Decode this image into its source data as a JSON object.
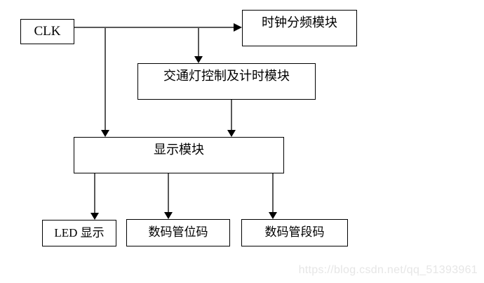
{
  "diagram": {
    "title": "traffic-light FPGA module block diagram",
    "nodes": {
      "clk": {
        "label": "CLK"
      },
      "clock_divider": {
        "label": "时钟分频模块"
      },
      "traffic_controller": {
        "label": "交通灯控制及计时模块"
      },
      "display": {
        "label": "显示模块"
      },
      "led_display": {
        "label": "LED 显示"
      },
      "digit_code": {
        "label": "数码管位码"
      },
      "segment_code": {
        "label": "数码管段码"
      }
    },
    "edges": [
      {
        "from": "clk",
        "to": "clock_divider"
      },
      {
        "from": "clk",
        "to": "traffic_controller"
      },
      {
        "from": "clk",
        "to": "display"
      },
      {
        "from": "traffic_controller",
        "to": "display"
      },
      {
        "from": "display",
        "to": "led_display"
      },
      {
        "from": "display",
        "to": "digit_code"
      },
      {
        "from": "display",
        "to": "segment_code"
      }
    ],
    "colors": {
      "background": "#ffffff",
      "box_border": "#000000",
      "box_fill": "#ffffff",
      "connector": "#595959",
      "arrowhead": "#000000",
      "text": "#000000",
      "watermark": "#e6e6e6"
    }
  },
  "watermark": {
    "text": "https://blog.csdn.net/qq_51393961"
  }
}
